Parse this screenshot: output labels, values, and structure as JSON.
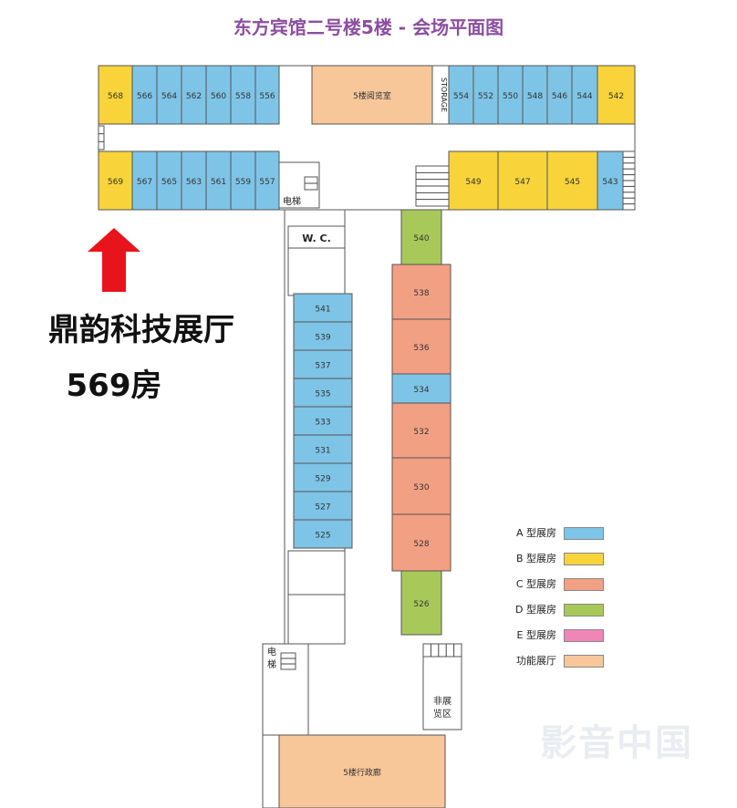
{
  "title": "东方宾馆二号楼5楼 - 会场平面图",
  "promo": {
    "line1": "鼎韵科技展厅",
    "line2": "569房"
  },
  "colors": {
    "A": "#7ec4e6",
    "B": "#f8d33a",
    "C": "#f2a083",
    "D": "#a8c95a",
    "E": "#ef86b6",
    "F": "#f7c79a",
    "wall": "#555555"
  },
  "legend": [
    {
      "label": "A 型展房",
      "type": "A"
    },
    {
      "label": "B 型展房",
      "type": "B"
    },
    {
      "label": "C 型展房",
      "type": "C"
    },
    {
      "label": "D 型展房",
      "type": "D"
    },
    {
      "label": "E 型展房",
      "type": "E"
    },
    {
      "label": "功能展厅",
      "type": "F"
    }
  ],
  "rooms": {
    "top_left": [
      {
        "id": "568",
        "type": "B"
      },
      {
        "id": "566",
        "type": "A"
      },
      {
        "id": "564",
        "type": "A"
      },
      {
        "id": "562",
        "type": "A"
      },
      {
        "id": "560",
        "type": "A"
      },
      {
        "id": "558",
        "type": "A"
      },
      {
        "id": "556",
        "type": "A"
      }
    ],
    "reading_room": {
      "id": "5楼阅览室",
      "type": "F"
    },
    "storage": "STORAGE",
    "top_right": [
      {
        "id": "554",
        "type": "A"
      },
      {
        "id": "552",
        "type": "A"
      },
      {
        "id": "550",
        "type": "A"
      },
      {
        "id": "548",
        "type": "A"
      },
      {
        "id": "546",
        "type": "A"
      },
      {
        "id": "544",
        "type": "A"
      },
      {
        "id": "542",
        "type": "B"
      }
    ],
    "second_left": [
      {
        "id": "569",
        "type": "B"
      },
      {
        "id": "567",
        "type": "A"
      },
      {
        "id": "565",
        "type": "A"
      },
      {
        "id": "563",
        "type": "A"
      },
      {
        "id": "561",
        "type": "A"
      },
      {
        "id": "559",
        "type": "A"
      },
      {
        "id": "557",
        "type": "A"
      }
    ],
    "second_right": [
      {
        "id": "549",
        "type": "B"
      },
      {
        "id": "547",
        "type": "B"
      },
      {
        "id": "545",
        "type": "B"
      },
      {
        "id": "543",
        "type": "A"
      }
    ],
    "left_column": [
      {
        "id": "541",
        "type": "A"
      },
      {
        "id": "539",
        "type": "A"
      },
      {
        "id": "537",
        "type": "A"
      },
      {
        "id": "535",
        "type": "A"
      },
      {
        "id": "533",
        "type": "A"
      },
      {
        "id": "531",
        "type": "A"
      },
      {
        "id": "529",
        "type": "A"
      },
      {
        "id": "527",
        "type": "A"
      },
      {
        "id": "525",
        "type": "A"
      }
    ],
    "right_column": [
      {
        "id": "540",
        "type": "D"
      },
      {
        "id": "538",
        "type": "C"
      },
      {
        "id": "536",
        "type": "C"
      },
      {
        "id": "534",
        "type": "A"
      },
      {
        "id": "532",
        "type": "C"
      },
      {
        "id": "530",
        "type": "C"
      },
      {
        "id": "528",
        "type": "C"
      },
      {
        "id": "526",
        "type": "D"
      }
    ],
    "gallery": {
      "id": "5楼行政廊",
      "type": "F"
    }
  },
  "labels": {
    "elevator_top": "电梯",
    "wc": "W. C.",
    "elevator_bottom_1": "电",
    "elevator_bottom_2": "梯",
    "non_exhibit_1": "非展",
    "non_exhibit_2": "览区"
  },
  "watermark": "影音中国"
}
